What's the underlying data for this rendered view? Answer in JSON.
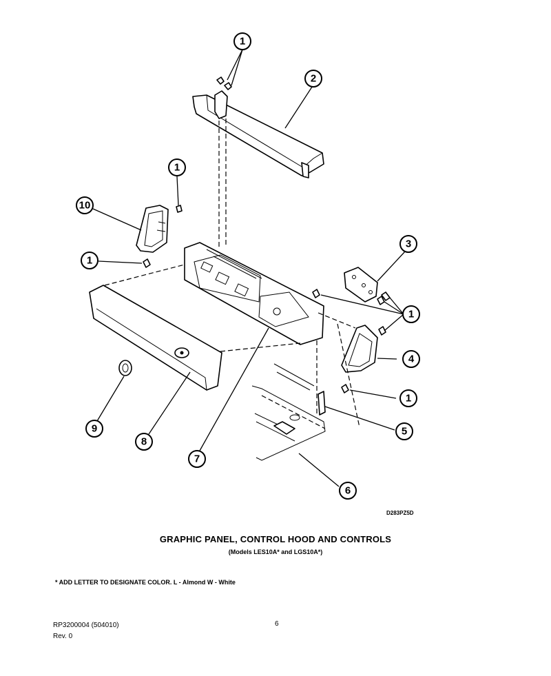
{
  "diagram": {
    "drawing_code": "D283PZ5D",
    "callouts": {
      "c1a": "1",
      "c1b": "1",
      "c1c": "1",
      "c1d": "1",
      "c1e": "1",
      "c2": "2",
      "c3": "3",
      "c4": "4",
      "c5": "5",
      "c6": "6",
      "c7": "7",
      "c8": "8",
      "c9": "9",
      "c10": "10"
    }
  },
  "title": "GRAPHIC PANEL, CONTROL HOOD AND CONTROLS",
  "subtitle": "(Models LES10A* and LGS10A*)",
  "note": "* ADD LETTER TO DESIGNATE COLOR.  L - Almond  W - White",
  "footer": {
    "doc_number": "RP3200004    (504010)",
    "revision": "Rev. 0",
    "page": "6"
  }
}
